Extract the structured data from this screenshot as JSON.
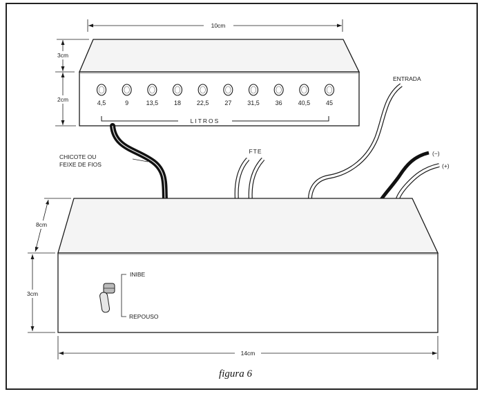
{
  "dimensions": {
    "top_width": "10cm",
    "top_depth": "3cm",
    "top_height": "2cm",
    "bottom_depth": "8cm",
    "bottom_height": "3cm",
    "bottom_width": "14cm"
  },
  "leds": [
    "4,5",
    "9",
    "13,5",
    "18",
    "22,5",
    "27",
    "31,5",
    "36",
    "40,5",
    "45"
  ],
  "labels": {
    "litros": "LITROS",
    "harness_line1": "CHICOTE OU",
    "harness_line2": "FEIXE DE FIOS",
    "fte": "FTE",
    "entrada": "ENTRADA",
    "minus": "(−)",
    "plus": "(+)",
    "inibe": "INIBE",
    "repouso": "REPOUSO"
  },
  "caption": "figura 6"
}
